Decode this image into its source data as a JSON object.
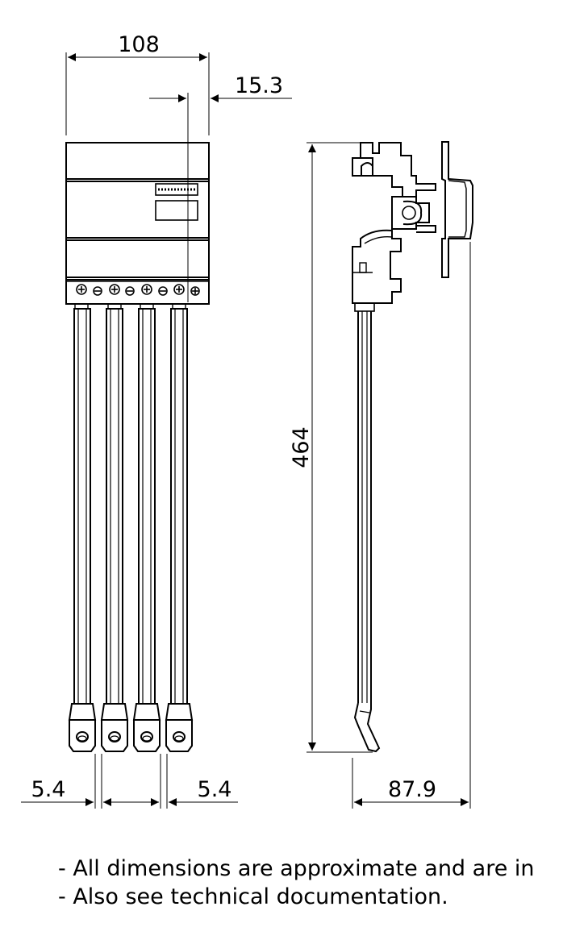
{
  "dimensions": {
    "width": "108",
    "offset": "15.3",
    "height": "464",
    "spacing_left": "5.4",
    "spacing_right": "5.4",
    "depth": "87.9"
  },
  "notes": [
    "- All dimensions are approximate and are in",
    "- Also see technical documentation."
  ]
}
